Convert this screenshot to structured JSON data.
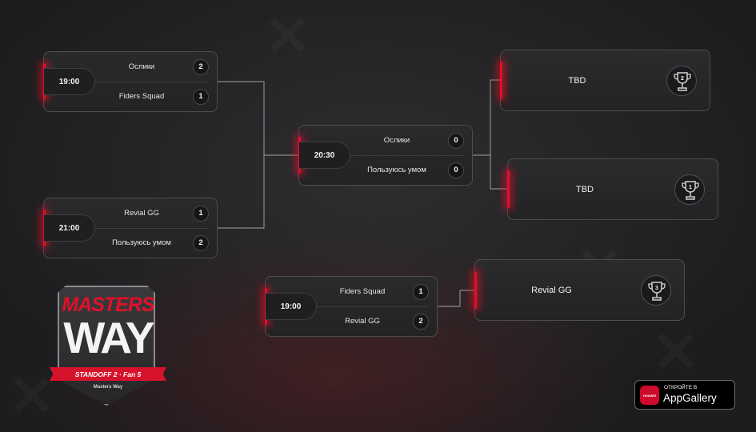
{
  "colors": {
    "accent": "#e0102a",
    "card": "#2a2a2c",
    "border": "#4d4d50",
    "background": "#1d1d1f"
  },
  "bracket": {
    "upper_matches": [
      {
        "time": "19:00",
        "team1": "Ослики",
        "score1": "2",
        "team2": "Fiders Squad",
        "score2": "1"
      },
      {
        "time": "21:00",
        "team1": "Revial GG",
        "score1": "1",
        "team2": "Пользуюсь умом",
        "score2": "2"
      }
    ],
    "final": {
      "time": "20:30",
      "team1": "Ослики",
      "score1": "0",
      "team2": "Пользуюсь умом",
      "score2": "0"
    },
    "third_place_match": {
      "time": "19:00",
      "team1": "Fiders Squad",
      "score1": "1",
      "team2": "Revial GG",
      "score2": "2"
    },
    "places": [
      {
        "place": "2",
        "team": "TBD",
        "icon": "trophy-icon"
      },
      {
        "place": "1",
        "team": "TBD",
        "icon": "trophy-icon"
      },
      {
        "place": "3",
        "team": "Revial GG",
        "icon": "trophy-icon"
      }
    ]
  },
  "logo": {
    "line1": "MASTERS",
    "line2": "WAY",
    "ribbon": "STANDOFF 2 · Fan 5",
    "mini": "Masters Way"
  },
  "store_badge": {
    "brand": "HUAWEI",
    "caption": "ОТКРОЙТЕ В",
    "name": "AppGallery"
  }
}
